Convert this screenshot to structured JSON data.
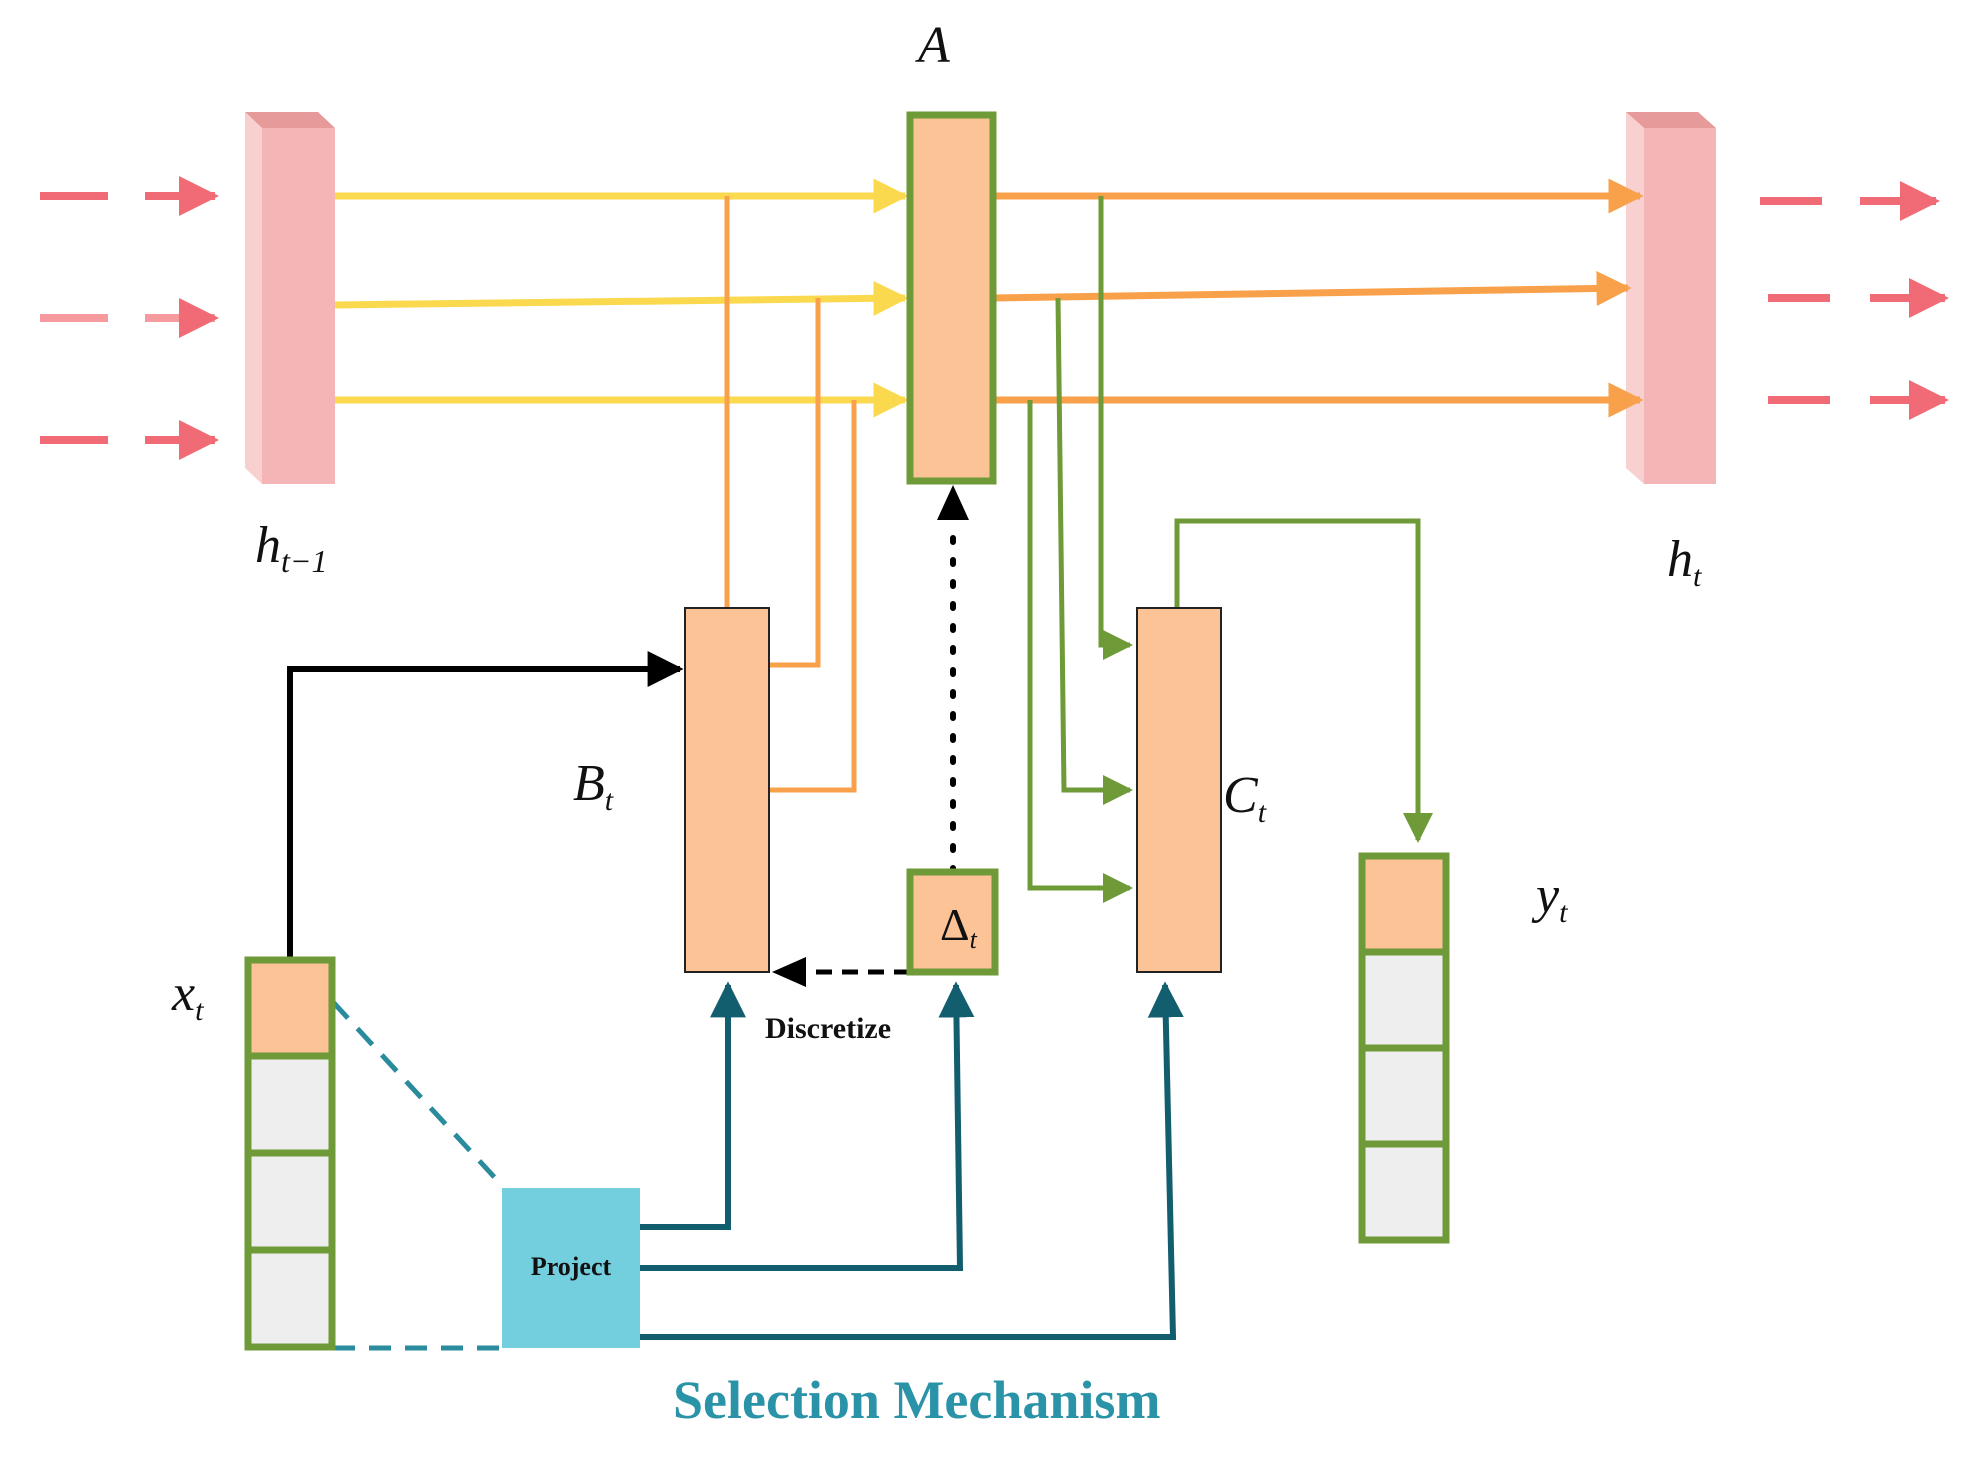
{
  "labels": {
    "A": "A",
    "h_prev": {
      "base": "h",
      "sub": "t−1"
    },
    "h_t": {
      "base": "h",
      "sub": "t"
    },
    "B_t": {
      "base": "B",
      "sub": "t"
    },
    "C_t": {
      "base": "C",
      "sub": "t"
    },
    "x_t": {
      "base": "x",
      "sub": "t"
    },
    "y_t": {
      "base": "y",
      "sub": "t"
    },
    "delta_t": {
      "base": "Δ",
      "sub": "t"
    },
    "discretize": "Discretize",
    "project": "Project",
    "selection_mechanism": "Selection Mechanism"
  },
  "colors": {
    "state_block": "#f3b5b5",
    "input_arrow": "#f06b75",
    "yellow_flow": "#fbd94f",
    "orange_flow": "#f9a04a",
    "green_flow": "#6e9a38",
    "teal_flow": "#135e6e",
    "matrix_fill": "#fcc397",
    "vector_empty": "#eeeeee",
    "project_fill": "#73cede",
    "selection_text": "#2a93a8"
  }
}
